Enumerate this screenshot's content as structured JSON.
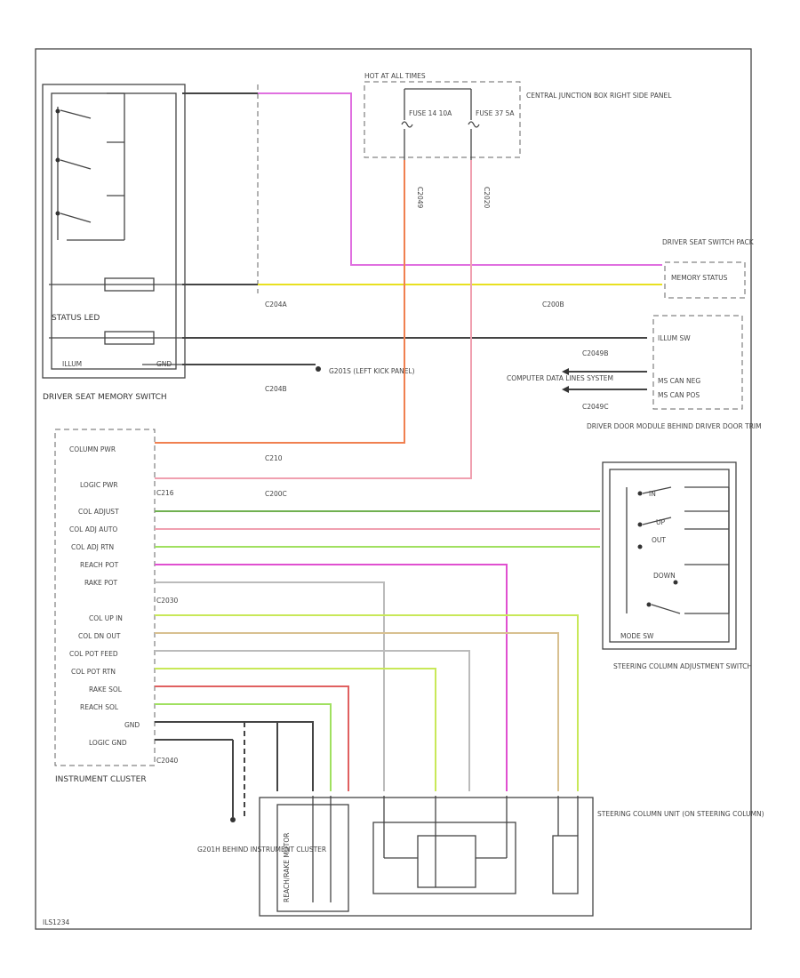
{
  "labels": {
    "hot_at_all_times": "HOT AT ALL TIMES",
    "central_junction_box": "CENTRAL JUNCTION BOX RIGHT SIDE PANEL",
    "fuse_a": "FUSE 14 10A",
    "fuse_b": "FUSE 37 5A",
    "driver_seat_switch_pack": "DRIVER SEAT SWITCH PACK",
    "memory_status": "MEMORY STATUS",
    "illum_sw": "ILLUM SW",
    "ms_can_neg": "MS CAN NEG",
    "ms_can_pos": "MS CAN POS",
    "computer_data_lines": "COMPUTER DATA LINES SYSTEM",
    "driver_door_module": "DRIVER DOOR MODULE BEHIND DRIVER DOOR TRIM",
    "status_led": "STATUS LED",
    "illum": "ILLUM",
    "gnd_seat": "GND",
    "driver_seat_memory_switch": "DRIVER SEAT MEMORY SWITCH",
    "g2013": "G201S (LEFT KICK PANEL)",
    "steering_column_adjustment_switch": "STEERING COLUMN ADJUSTMENT SWITCH",
    "mode_sw": "MODE SW",
    "in": "IN",
    "out": "OUT",
    "up": "UP",
    "down": "DOWN",
    "instrument_cluster": "INSTRUMENT CLUSTER",
    "g201h": "G201H BEHIND INSTRUMENT CLUSTER",
    "steering_column_unit": "STEERING COLUMN UNIT (ON STEERING COLUMN)",
    "rake_reach_motor": "REACH/RAKE MOTOR",
    "footer_code": "ILS1234"
  },
  "cluster_pins": [
    "COLUMN PWR",
    "LOGIC PWR",
    "COL ADJUST",
    "COL ADJ AUTO",
    "COL ADJ RTN",
    "REACH POT",
    "RAKE POT",
    "COL UP IN",
    "COL DN OUT",
    "COL POT FEED",
    "COL POT RTN",
    "RAKE SOL",
    "REACH SOL",
    "GND",
    "LOGIC GND"
  ],
  "connectors": {
    "c2049": "C2049",
    "c2020": "C2020",
    "c204a": "C204A",
    "c204b": "C204B",
    "c2049b": "C2049B",
    "c2049c": "C2049C",
    "c216": "C216",
    "c210": "C210",
    "c200b": "C200B",
    "c200c": "C200C",
    "c2030": "C2030",
    "c2040": "C2040"
  },
  "wire_colors": {
    "black": "#444444",
    "pink": "#e070e0",
    "yellow": "#e8e020",
    "orange": "#f08050",
    "light_pink": "#f0a0b0",
    "green": "#70b050",
    "light_green": "#a0e060",
    "magenta": "#e050d0",
    "tan": "#d8c090",
    "red": "#e06060"
  }
}
